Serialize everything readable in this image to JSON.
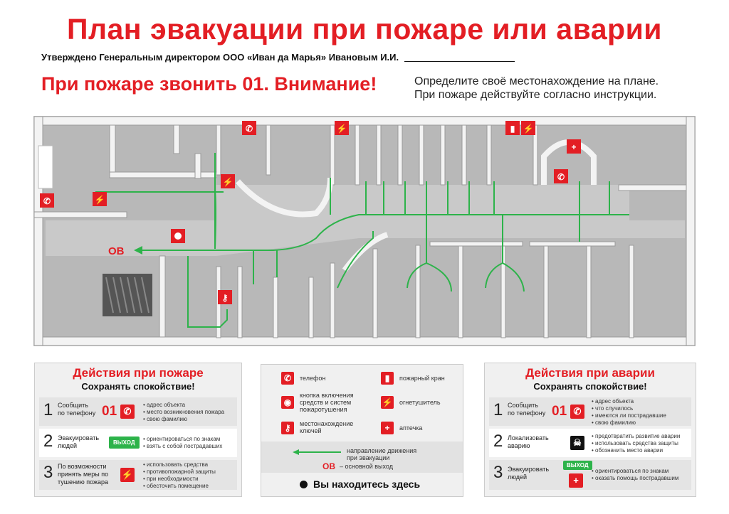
{
  "header": {
    "title": "План эвакуации при пожаре или аварии",
    "approved": "Утверждено Генеральным директором ООО «Иван да Марья» Ивановым И.И.",
    "call": "При пожаре звонить 01. Внимание!",
    "instruction_line1": "Определите своё местонахождение на плане.",
    "instruction_line2": "При пожаре действуйте согласно инструкции."
  },
  "plan": {
    "exit_label": "ОВ"
  },
  "fire_panel": {
    "title": "Действия при пожаре",
    "subtitle": "Сохранять спокойствие!",
    "steps": [
      {
        "num": "1",
        "action_l1": "Сообщить",
        "action_l2": "по телефону",
        "action_l3": "",
        "number": "01",
        "bullets": [
          "адрес объекта",
          "место возникновения пожара",
          "свою фамилию"
        ]
      },
      {
        "num": "2",
        "action_l1": "Эвакуировать",
        "action_l2": "людей",
        "action_l3": "",
        "badge": "ВЫХОД",
        "bullets": [
          "ориентироваться по знакам",
          "взять с собой пострадавших"
        ]
      },
      {
        "num": "3",
        "action_l1": "По возможности",
        "action_l2": "принять меры по",
        "action_l3": "тушению пожара",
        "bullets": [
          "использовать средства",
          "противопожарной защиты",
          "при необходимости",
          "обесточить помещение"
        ]
      }
    ]
  },
  "legend": {
    "items": [
      {
        "icon": "phone-icon",
        "label_l1": "телефон",
        "label_l2": "",
        "label_l3": ""
      },
      {
        "icon": "fire-hydrant-icon",
        "label_l1": "пожарный кран",
        "label_l2": "",
        "label_l3": ""
      },
      {
        "icon": "alarm-button-icon",
        "label_l1": "кнопка включения",
        "label_l2": "средств и систем",
        "label_l3": "пожаротушения"
      },
      {
        "icon": "extinguisher-icon",
        "label_l1": "огнетушитель",
        "label_l2": "",
        "label_l3": ""
      },
      {
        "icon": "key-icon",
        "label_l1": "местонахождение",
        "label_l2": "ключей",
        "label_l3": ""
      },
      {
        "icon": "first-aid-icon",
        "label_l1": "аптечка",
        "label_l2": "",
        "label_l3": ""
      }
    ],
    "direction_l1": "направление движения",
    "direction_l2": "при эвакуации",
    "main_exit_code": "ОВ",
    "main_exit_text": "– основной выход",
    "you_are_here": "Вы находитесь здесь"
  },
  "accident_panel": {
    "title": "Действия при аварии",
    "subtitle": "Сохранять спокойствие!",
    "steps": [
      {
        "num": "1",
        "action_l1": "Сообщить",
        "action_l2": "по телефону",
        "number": "01",
        "bullets": [
          "адрес объекта",
          "что случилось",
          "имеются ли пострадавшие",
          "свою фамилию"
        ]
      },
      {
        "num": "2",
        "action_l1": "Локализовать",
        "action_l2": "аварию",
        "bullets": [
          "предотвратить развитие аварии",
          "использовать средства защиты",
          "обозначить место аварии"
        ]
      },
      {
        "num": "3",
        "action_l1": "Эвакуировать",
        "action_l2": "людей",
        "badge": "ВЫХОД",
        "bullets": [
          "ориентироваться по знакам",
          "оказать помощь пострадавшим"
        ]
      }
    ]
  },
  "colors": {
    "red": "#e31e24",
    "green": "#2db34a",
    "wall": "#f2f2f2",
    "floor": "#b5b5b5"
  }
}
